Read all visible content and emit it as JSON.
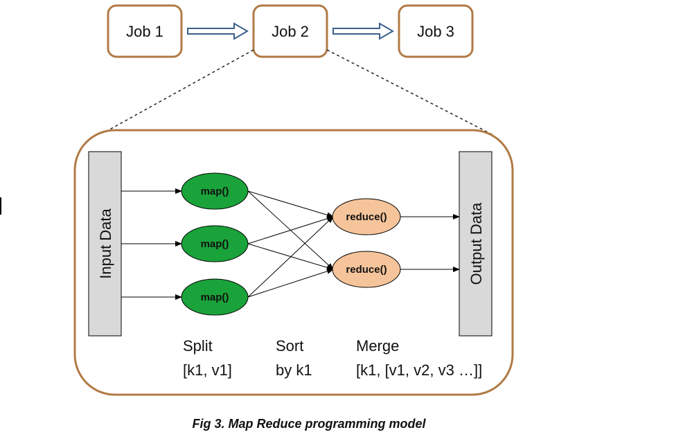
{
  "jobs": [
    "Job 1",
    "Job 2",
    "Job 3"
  ],
  "input_label": "Input Data",
  "output_label": "Output Data",
  "map_nodes": [
    "map()",
    "map()",
    "map()"
  ],
  "reduce_nodes": [
    "reduce()",
    "reduce()"
  ],
  "stages": {
    "split": {
      "title": "Split",
      "detail": "[k1, v1]"
    },
    "sort": {
      "title": "Sort",
      "detail": "by k1"
    },
    "merge": {
      "title": "Merge",
      "detail": "[k1, [v1, v2, v3 …]]"
    }
  },
  "caption": "Fig 3. Map Reduce programming model",
  "colors": {
    "job_border": "#b07a45",
    "frame_border": "#b07a45",
    "arrow_outline": "#3b5f8a",
    "map_fill": "#1aa33a",
    "reduce_fill": "#f6c49a",
    "bar_fill": "#d9d9d9"
  }
}
